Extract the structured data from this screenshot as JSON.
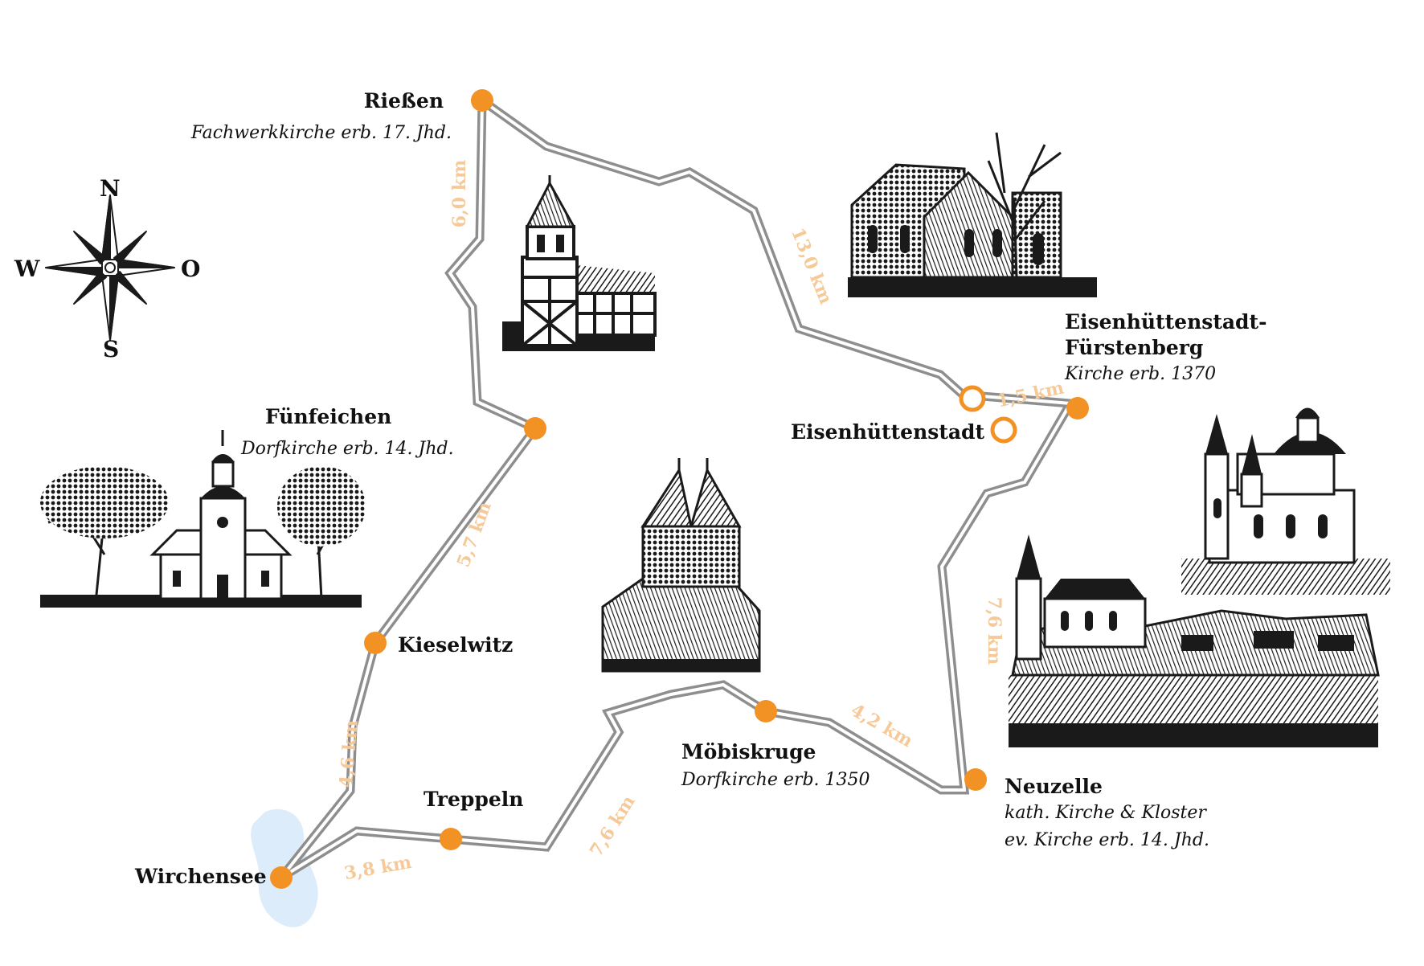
{
  "compass": {
    "north": "N",
    "south": "S",
    "west": "W",
    "east": "O"
  },
  "colors": {
    "marker": "#f39224",
    "route_outer": "#8e8e8e",
    "distance_label": "#f5c998",
    "lake": "#dcecfa"
  },
  "places": {
    "riessen": {
      "name": "Rießen",
      "desc": "Fachwerkkirche erb. 17. Jhd."
    },
    "fuenfeichen": {
      "name": "Fünfeichen",
      "desc": "Dorfkirche erb. 14. Jhd."
    },
    "kieselwitz": {
      "name": "Kieselwitz"
    },
    "wirchensee": {
      "name": "Wirchensee"
    },
    "treppeln": {
      "name": "Treppeln"
    },
    "moebiskruge": {
      "name": "Möbiskruge",
      "desc": "Dorfkirche erb. 1350"
    },
    "neuzelle": {
      "name": "Neuzelle",
      "desc1": "kath. Kirche & Kloster",
      "desc2": "ev. Kirche erb. 14. Jhd."
    },
    "eisenhuettenstadt": {
      "name": "Eisenhüttenstadt"
    },
    "fuerstenberg": {
      "name1": "Eisenhüttenstadt-",
      "name2": "Fürstenberg",
      "desc": "Kirche erb. 1370"
    }
  },
  "distances": {
    "riessen_fuenfeichen": "6,0 km",
    "riessen_eisenhuettenstadt": "13,0 km",
    "eisenhuettenstadt_fuerstenberg": "1,5 km",
    "fuenfeichen_kieselwitz": "5,7 km",
    "kieselwitz_wirchensee": "4,6 km",
    "wirchensee_treppeln": "3,8 km",
    "treppeln_moebiskruge": "7,6 km",
    "moebiskruge_neuzelle": "4,2 km",
    "neuzelle_fuerstenberg": "7,6 km"
  },
  "illustrations": [
    "half-timbered-church",
    "riessen-stone-church",
    "fuenfeichen-village-church",
    "fortified-church-tower",
    "baroque-church",
    "neuzelle-town"
  ]
}
